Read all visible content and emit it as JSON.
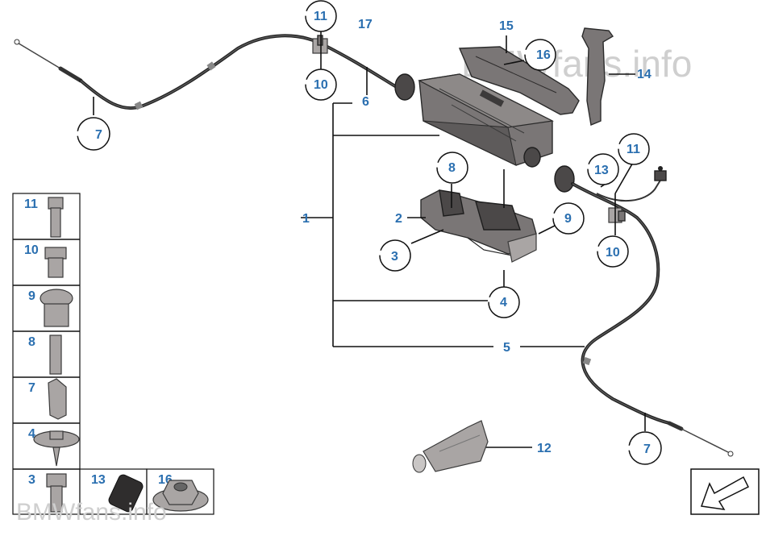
{
  "watermark": "BMWfans.info",
  "labels": {
    "l1": "1",
    "l2": "2",
    "l3": "3",
    "l4": "4",
    "l5": "5",
    "l6": "6",
    "l7a": "7",
    "l7b": "7",
    "l8": "8",
    "l9": "9",
    "l10a": "10",
    "l10b": "10",
    "l11a": "11",
    "l11b": "11",
    "l12": "12",
    "l13": "13",
    "l14": "14",
    "l15": "15",
    "l16": "16",
    "l17": "17"
  },
  "legend": {
    "rows": [
      "11",
      "10",
      "9",
      "8",
      "7",
      "4",
      "3"
    ],
    "bottom": [
      "13",
      "16"
    ]
  }
}
